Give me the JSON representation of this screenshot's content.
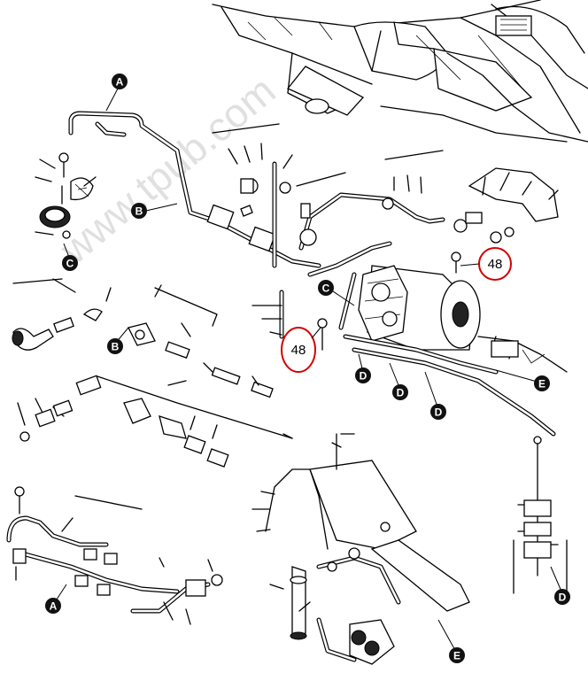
{
  "watermark": "www.tpub.com",
  "callouts": {
    "a_top": "A",
    "a_bottom": "A",
    "b_upper": "B",
    "b_lower": "B",
    "c_left": "C",
    "c_main": "C",
    "d1": "D",
    "d2": "D",
    "d3": "D",
    "d_bottom": "D",
    "e_main": "E",
    "e_bottom": "E"
  },
  "reference_numbers": {
    "ref_upper": "48",
    "ref_lower": "48"
  },
  "colors": {
    "line": "#000000",
    "callout_fill": "#111111",
    "reference_circle": "#d40000",
    "watermark": "#c8c8c8"
  }
}
